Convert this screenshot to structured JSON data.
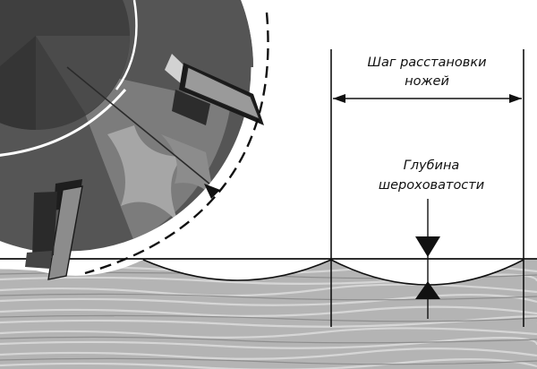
{
  "labels": {
    "knife_spacing_line1": "Шаг расстановки",
    "knife_spacing_line2": "ножей",
    "roughness_depth_line1": "Глубина",
    "roughness_depth_line2": "шероховатости"
  },
  "colors": {
    "ink": "#111111",
    "cutter_dark": "#4a4a4a",
    "cutter_mid": "#6e6e6e",
    "wood_base": "#b4b4b4",
    "knife": "#9a9a9a"
  }
}
